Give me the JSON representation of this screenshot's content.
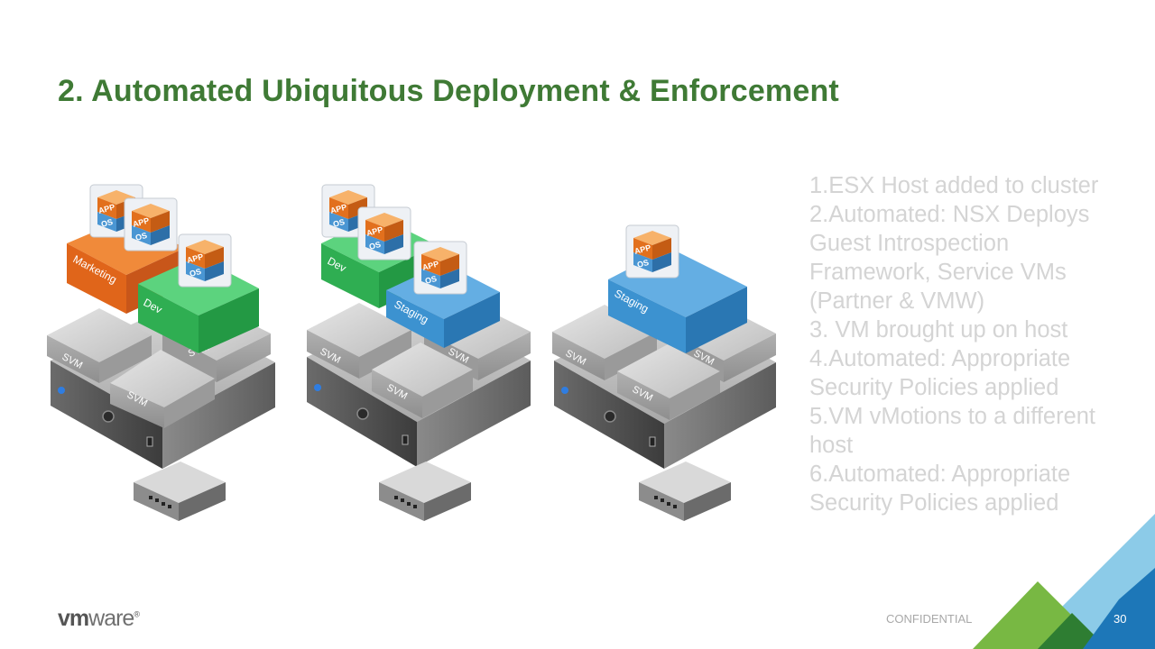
{
  "slide": {
    "title": "2. Automated Ubiquitous Deployment & Enforcement",
    "steps": [
      "1.ESX Host added to cluster",
      "2.Automated: NSX Deploys Guest Introspection Framework, Service VMs (Partner & VMW)",
      "3. VM brought up on host",
      "4.Automated: Appropriate Security Policies applied",
      "5.VM vMotions to a different host",
      "6.Automated: Appropriate Security Policies applied"
    ],
    "confidential": "CONFIDENTIAL",
    "page_number": "30"
  },
  "logo": {
    "vm": "vm",
    "ware": "ware",
    "mark": "®"
  },
  "diagram": {
    "labels": {
      "svm": "SVM",
      "app": "APP",
      "os": "OS",
      "marketing": "Marketing",
      "dev": "Dev",
      "staging": "Staging"
    }
  },
  "colors": {
    "title": "#3f7a35",
    "orange": "#e8731f",
    "green": "#34b55a",
    "blue": "#3c92d0",
    "corner_green_light": "#78b843",
    "corner_green_dark": "#2e7d32",
    "corner_blue_light": "#8ccbe8",
    "corner_blue_dark": "#1d77b8"
  }
}
